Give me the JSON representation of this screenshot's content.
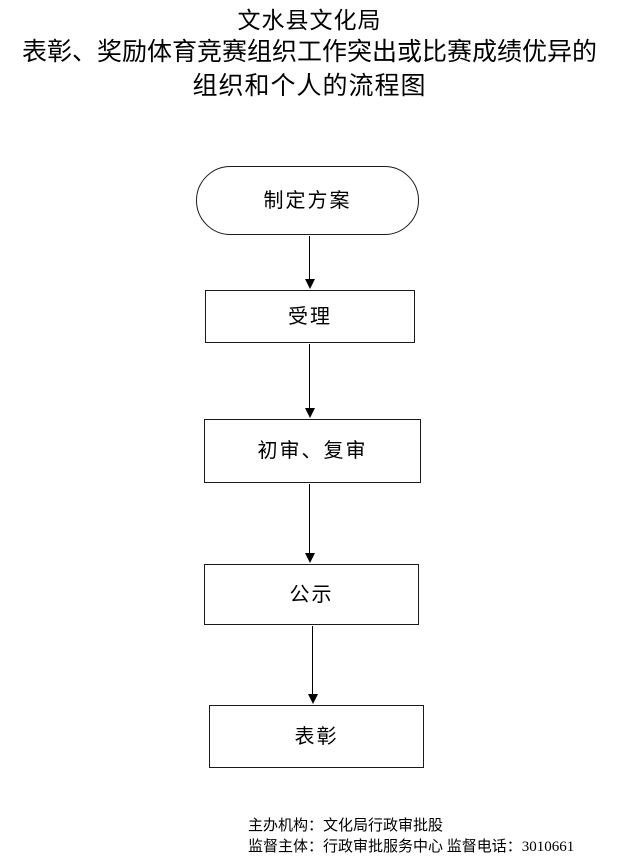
{
  "document": {
    "title_lines": [
      "文水县文化局",
      "表彰、奖励体育竞赛组织工作突出或比赛成绩优异的",
      "组织和个人的流程图"
    ]
  },
  "flowchart": {
    "type": "vertical-flow",
    "nodes": [
      {
        "id": "plan",
        "label": "制定方案",
        "shape": "stadium"
      },
      {
        "id": "accept",
        "label": "受理",
        "shape": "rectangle"
      },
      {
        "id": "review",
        "label": "初审、复审",
        "shape": "rectangle"
      },
      {
        "id": "publicity",
        "label": "公示",
        "shape": "rectangle"
      },
      {
        "id": "commend",
        "label": "表彰",
        "shape": "rectangle"
      }
    ],
    "edges": [
      {
        "from": "plan",
        "to": "accept",
        "marker": "arrow-down"
      },
      {
        "from": "accept",
        "to": "review",
        "marker": "arrow-down"
      },
      {
        "from": "review",
        "to": "publicity",
        "marker": "arrow-down"
      },
      {
        "from": "publicity",
        "to": "commend",
        "marker": "arrow-down"
      }
    ]
  },
  "footer": {
    "lines": [
      "主办机构：文化局行政审批股",
      "监督主体：行政审批服务中心  监督电话：3010661"
    ]
  },
  "colors": {
    "background": "#ffffff",
    "text": "#000000",
    "node_border": "#1a1a1a",
    "arrow": "#000000"
  }
}
